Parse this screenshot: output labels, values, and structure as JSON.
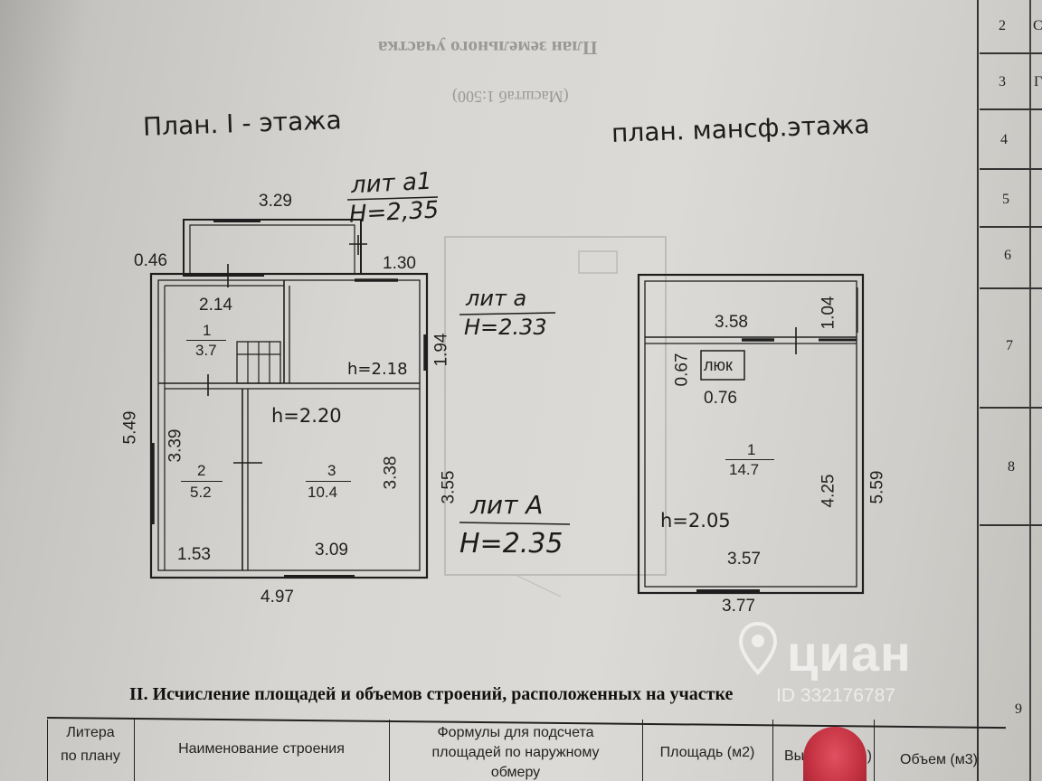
{
  "header": {
    "faint_title": "План земельного участка",
    "faint_scale": "(Масштаб 1:500)"
  },
  "plans": {
    "floor1_title": "План. I - этажа",
    "mansard_title": "план. мансф.этажа"
  },
  "labels": {
    "lit_a1": "лит а1",
    "h_a1": "H=2,35",
    "lit_a": "лит а",
    "h_a": "H=2.33",
    "lit_A": "лит А",
    "h_A": "H=2.35",
    "h218": "h=2.18",
    "h220": "h=2.20",
    "h205": "h=2.05",
    "luk": "люк"
  },
  "dimensions": {
    "d329": "3.29",
    "d046": "0.46",
    "d130": "1.30",
    "d214": "2.14",
    "d194": "1.94",
    "d549": "5.49",
    "d339": "3.39",
    "d338": "3.38",
    "d355": "3.55",
    "d153": "1.53",
    "d309": "3.09",
    "d497": "4.97",
    "d358": "3.58",
    "d104": "1.04",
    "d067": "0.67",
    "d076": "0.76",
    "d425": "4.25",
    "d559": "5.59",
    "d357": "3.57",
    "d377": "3.77"
  },
  "rooms": {
    "r1_num": "1",
    "r1_area": "3.7",
    "r2_num": "2",
    "r2_area": "5.2",
    "r3_num": "3",
    "r3_area": "10.4",
    "m1_num": "1",
    "m1_area": "14.7"
  },
  "right_column": [
    "2",
    "3",
    "4",
    "5",
    "6",
    "7",
    "8",
    "9"
  ],
  "right_letters": [
    "С",
    "Г"
  ],
  "section_title": "II. Исчисление площадей и объемов строений,  расположенных на участке",
  "table_headers": {
    "col1_a": "Литера",
    "col1_b": "по плану",
    "col2": "Наименование строения",
    "col3_a": "Формулы для подсчета",
    "col3_b": "площадей по наружному",
    "col3_c": "обмеру",
    "col4": "Площадь (м2)",
    "col5": "Вы",
    "col5_tail": "м)",
    "col6": "Объем (м3)"
  },
  "watermark": {
    "brand": "циан",
    "id": "ID 332176787"
  }
}
